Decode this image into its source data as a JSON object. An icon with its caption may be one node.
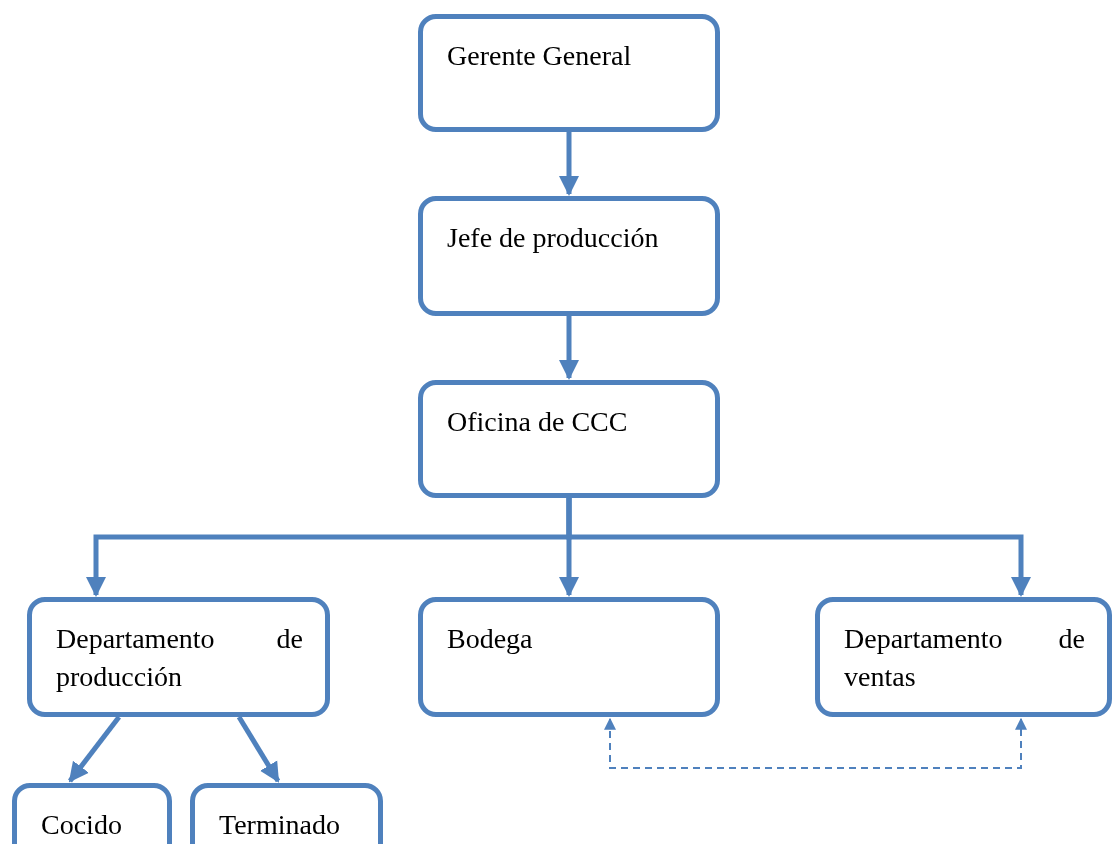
{
  "diagram": {
    "nodes": [
      {
        "text": [
          "Gerente General"
        ]
      },
      {
        "text": [
          "Jefe de producción"
        ]
      },
      {
        "text": [
          "Oficina de CCC"
        ]
      },
      {
        "text": [
          "Departamento de producción"
        ]
      },
      {
        "text": [
          "Bodega"
        ]
      },
      {
        "text": [
          "Departamento de ventas"
        ]
      },
      {
        "text": [
          "Cocido"
        ]
      },
      {
        "text": [
          "Terminado"
        ]
      }
    ],
    "edges": [
      {
        "from": 0,
        "to": 1,
        "arrow": "to"
      },
      {
        "from": 1,
        "to": 2,
        "arrow": "to"
      },
      {
        "from": 2,
        "to": 3,
        "arrow": "to"
      },
      {
        "from": 2,
        "to": 4,
        "arrow": "to"
      },
      {
        "from": 2,
        "to": 5,
        "arrow": "to"
      },
      {
        "from": 3,
        "to": 6,
        "arrow": "to"
      },
      {
        "from": 3,
        "to": 7,
        "arrow": "to"
      },
      {
        "from": 4,
        "to": 5,
        "arrow": "both",
        "style": "dashed"
      }
    ]
  }
}
